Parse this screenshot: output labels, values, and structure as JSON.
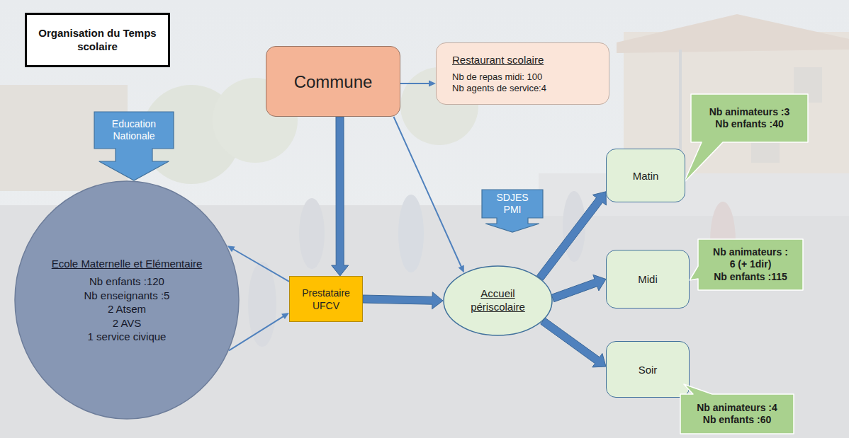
{
  "diagram": {
    "title": "Organisation du Temps scolaire",
    "nodes": [
      {
        "text": [
          "Commune"
        ]
      },
      {
        "text": [
          "Restaurant scolaire",
          "Nb de repas midi: 100",
          "Nb agents de service:4"
        ]
      },
      {
        "text": [
          "Nb animateurs :3",
          "Nb enfants :40"
        ]
      },
      {
        "text": [
          "Education Nationale"
        ]
      },
      {
        "text": [
          "Matin"
        ]
      },
      {
        "text": [
          "SDJES PMI"
        ]
      },
      {
        "text": [
          "Ecole Maternelle et Elémentaire",
          "Nb enfants :120",
          "Nb enseignants :5",
          "2 Atsem",
          "2 AVS",
          "1 service civique"
        ]
      },
      {
        "text": [
          "Prestataire UFCV"
        ]
      },
      {
        "text": [
          "Accueil périscolaire"
        ]
      },
      {
        "text": [
          "Midi"
        ]
      },
      {
        "text": [
          "Nb animateurs : 6 (+ 1dir)",
          "Nb enfants :115"
        ]
      },
      {
        "text": [
          "Soir"
        ]
      },
      {
        "text": [
          "Nb animateurs :4",
          "Nb enfants :60"
        ]
      }
    ],
    "edges": [
      {
        "from": 0,
        "to": 1,
        "arrow": "to"
      },
      {
        "from": 0,
        "to": 7,
        "arrow": "to"
      },
      {
        "from": 0,
        "to": 8,
        "arrow": "to"
      },
      {
        "from": 7,
        "to": 6,
        "arrow": "to"
      },
      {
        "from": 6,
        "to": 7,
        "arrow": "to"
      },
      {
        "from": 7,
        "to": 8,
        "arrow": "to"
      },
      {
        "from": 8,
        "to": 4,
        "arrow": "to"
      },
      {
        "from": 8,
        "to": 9,
        "arrow": "to"
      },
      {
        "from": 8,
        "to": 11,
        "arrow": "to"
      }
    ]
  }
}
